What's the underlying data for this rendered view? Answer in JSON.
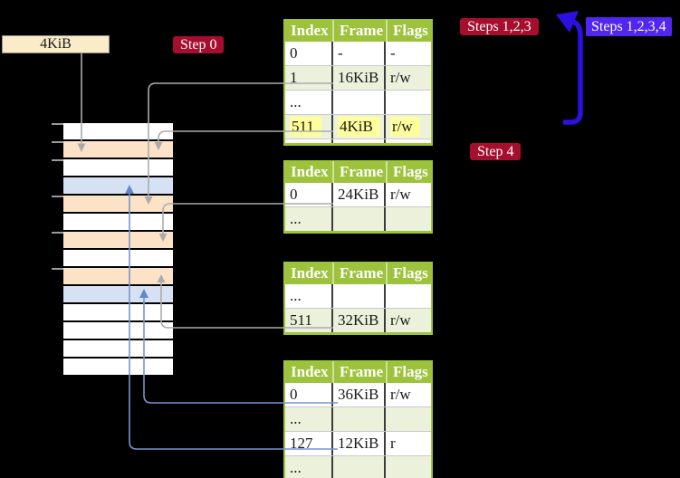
{
  "page_box": {
    "label": "4KiB"
  },
  "labels": {
    "step0": "Step 0",
    "steps123": "Steps 1,2,3",
    "steps1234": "Steps 1,2,3,4",
    "step4": "Step 4"
  },
  "tables": [
    {
      "name": "page-table-top",
      "headers": [
        "Index",
        "Frame",
        "Flags"
      ],
      "rows": [
        {
          "cells": [
            "0",
            "-",
            "-"
          ],
          "highlight": false
        },
        {
          "cells": [
            "1",
            "16KiB",
            "r/w"
          ],
          "highlight": false
        },
        {
          "cells": [
            "...",
            "",
            ""
          ],
          "highlight": false
        },
        {
          "cells": [
            "511",
            "4KiB",
            "r/w"
          ],
          "highlight": true
        }
      ],
      "clipped_bottom_row": true
    },
    {
      "name": "page-table-second",
      "headers": [
        "Index",
        "Frame",
        "Flags"
      ],
      "rows": [
        {
          "cells": [
            "0",
            "24KiB",
            "r/w"
          ],
          "highlight": false
        },
        {
          "cells": [
            "...",
            "",
            ""
          ],
          "highlight": false
        }
      ],
      "clipped_bottom_row": false
    },
    {
      "name": "page-table-third",
      "headers": [
        "Index",
        "Frame",
        "Flags"
      ],
      "rows": [
        {
          "cells": [
            "...",
            "",
            ""
          ],
          "highlight": false
        },
        {
          "cells": [
            "511",
            "32KiB",
            "r/w"
          ],
          "highlight": false
        }
      ],
      "clipped_bottom_row": false
    },
    {
      "name": "page-table-bottom",
      "headers": [
        "Index",
        "Frame",
        "Flags"
      ],
      "rows": [
        {
          "cells": [
            "0",
            "36KiB",
            "r/w"
          ],
          "highlight": false
        },
        {
          "cells": [
            "...",
            "",
            ""
          ],
          "highlight": false
        },
        {
          "cells": [
            "127",
            "12KiB",
            "r"
          ],
          "highlight": false
        },
        {
          "cells": [
            "...",
            "",
            ""
          ],
          "highlight": false
        }
      ],
      "clipped_bottom_row": false
    }
  ],
  "memory": {
    "rows": [
      "white",
      "peach",
      "white",
      "blue",
      "peach",
      "white",
      "peach",
      "white",
      "peach",
      "blue",
      "white",
      "white",
      "white",
      "white"
    ]
  },
  "colors": {
    "background": "#000000",
    "page_box_bg": "#FAECC9",
    "crimson_label": "#A50E2D",
    "blue_label": "#5126EF",
    "arrow_blue_thick": "#2B10E1",
    "table_header_green": "#9DC23B",
    "table_row_alt": "#ECF1DC",
    "memory_peach": "#FCE3C7",
    "memory_blue": "#D6E2F3",
    "connector_gray": "#ABABAB",
    "connector_blue": "#7695CE",
    "highlight_yellow": "#FEFE9C"
  }
}
